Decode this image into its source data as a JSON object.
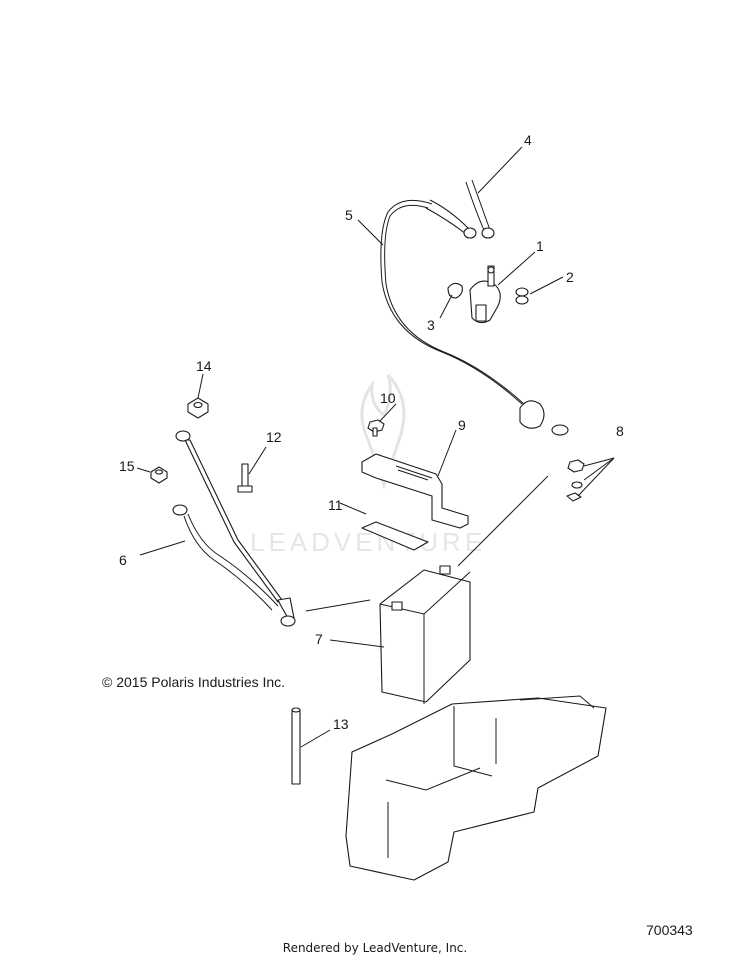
{
  "watermark": {
    "brand": "LEADVENTURE",
    "icon": "leadventure-flame-logo"
  },
  "callouts": [
    "1",
    "2",
    "3",
    "4",
    "5",
    "6",
    "7",
    "8",
    "9",
    "10",
    "11",
    "12",
    "13",
    "14",
    "15"
  ],
  "copyright": "© 2015 Polaris Industries Inc.",
  "figure_id": "700343",
  "footer": "Rendered by LeadVenture, Inc."
}
